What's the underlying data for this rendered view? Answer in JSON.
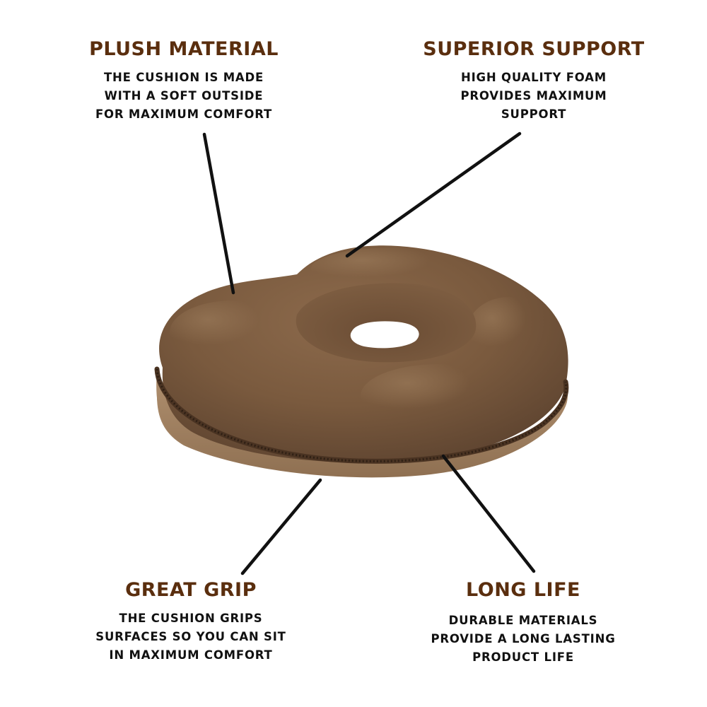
{
  "colors": {
    "heading": "#5a2e0e",
    "body_text": "#111111",
    "cushion_top": "#7a5a3e",
    "cushion_side": "#a8896a",
    "zipper": "#4a3322",
    "callout_line": "#111111"
  },
  "features": {
    "plush": {
      "title": "PLUSH MATERIAL",
      "lines": [
        "THE CUSHION IS MADE",
        "WITH A SOFT OUTSIDE",
        "FOR MAXIMUM COMFORT"
      ]
    },
    "support": {
      "title": "SUPERIOR SUPPORT",
      "lines": [
        "HIGH QUALITY FOAM",
        "PROVIDES MAXIMUM",
        "SUPPORT"
      ]
    },
    "grip": {
      "title": "GREAT GRIP",
      "lines": [
        "THE CUSHION GRIPS",
        "SURFACES SO YOU CAN SIT",
        "IN MAXIMUM COMFORT"
      ]
    },
    "life": {
      "title": "LONG LIFE",
      "lines": [
        "DURABLE MATERIALS",
        "PROVIDE A LONG LASTING",
        "PRODUCT LIFE"
      ]
    }
  }
}
